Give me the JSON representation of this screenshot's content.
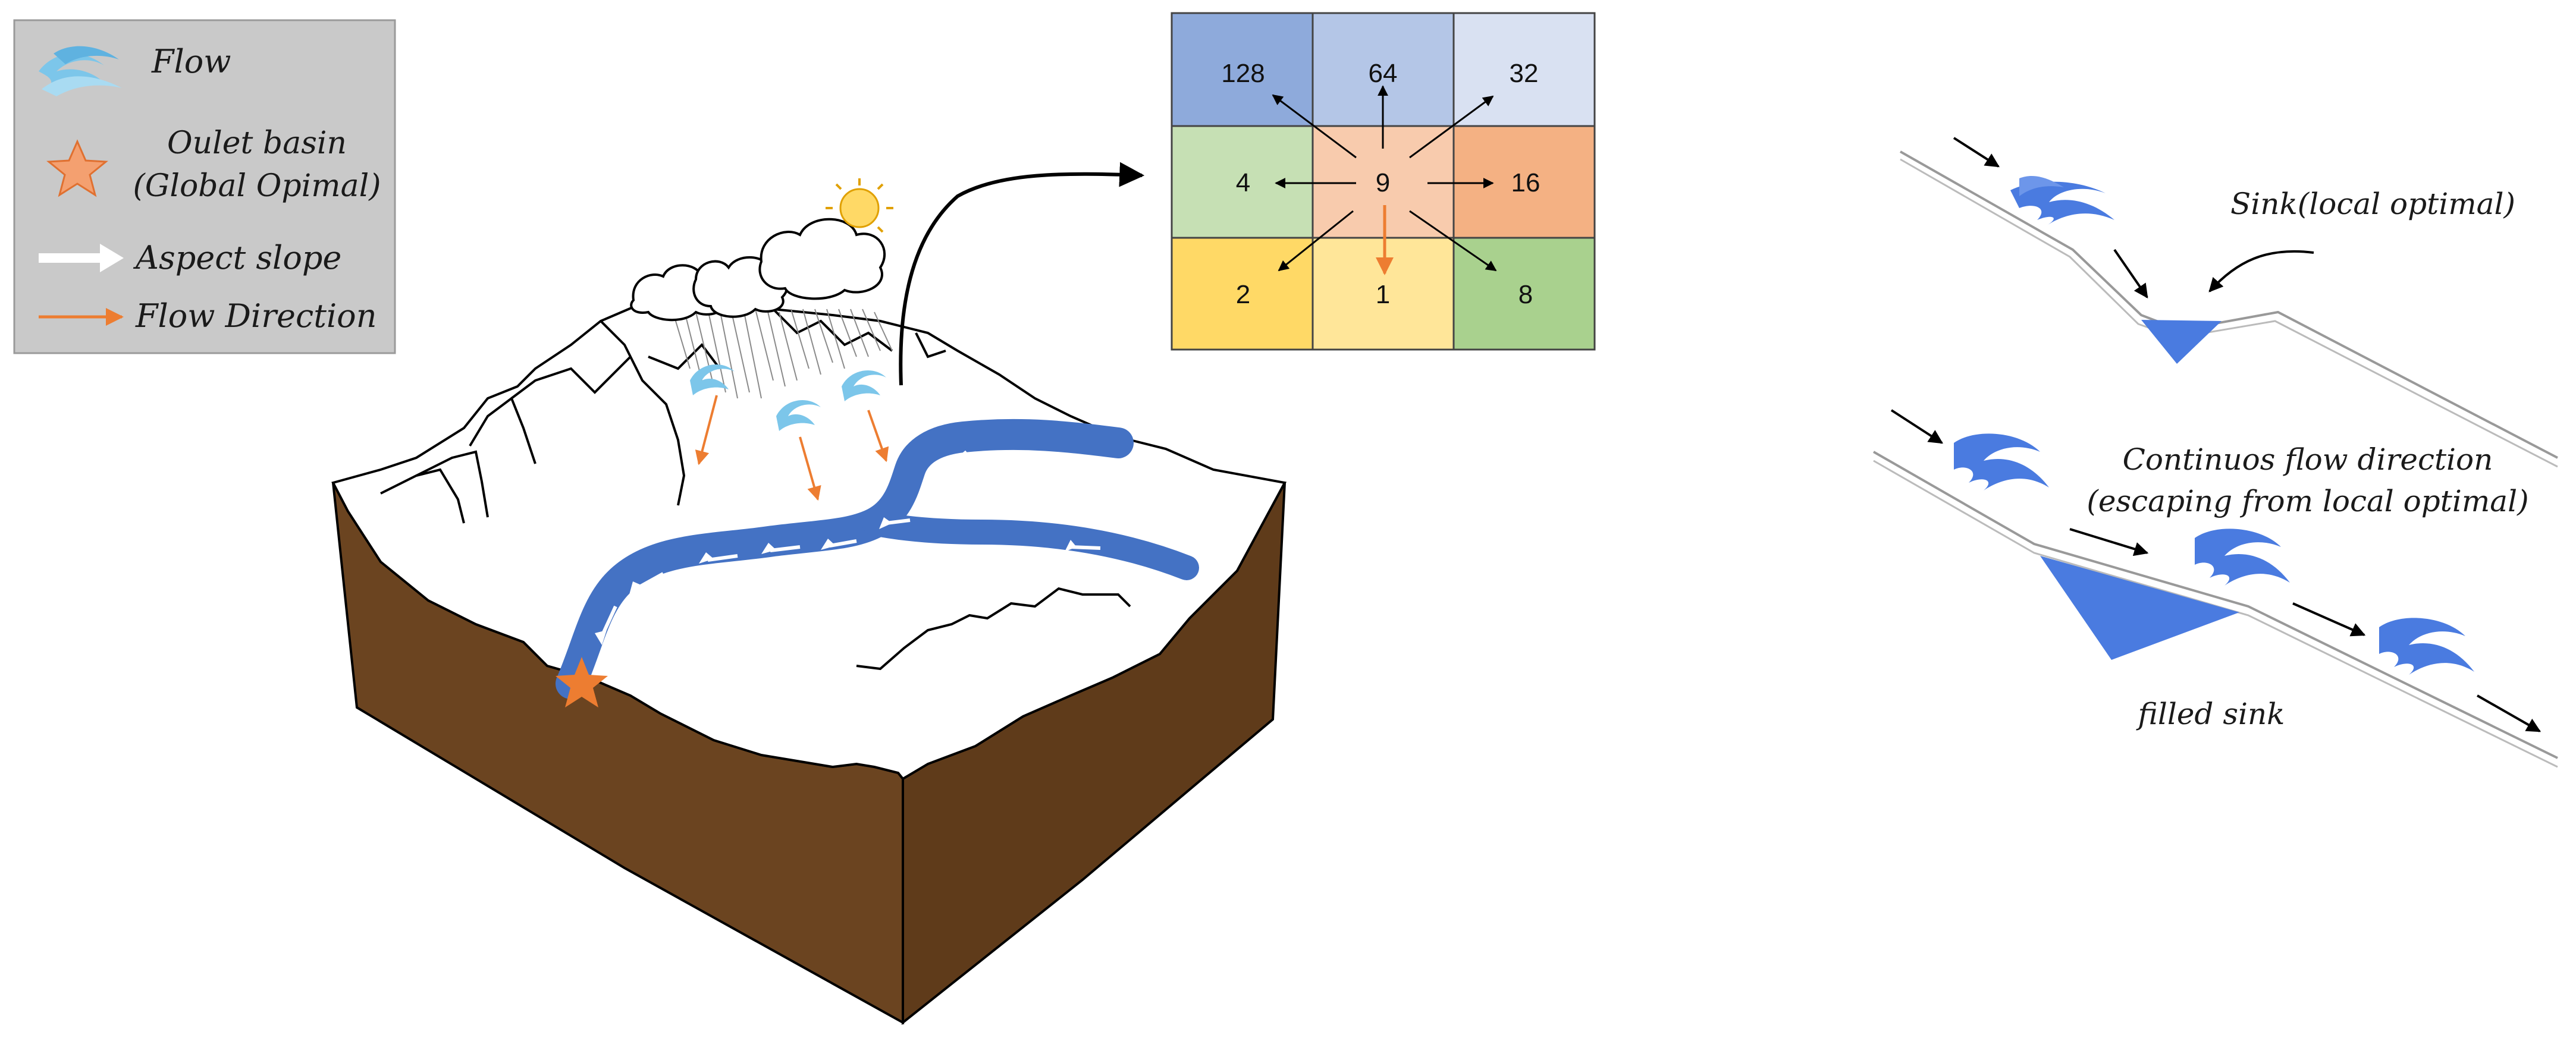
{
  "legend": {
    "items": [
      {
        "label": "Flow",
        "icon": "wave-icon"
      },
      {
        "label": "Oulet basin",
        "label2": "(Global Opimal)",
        "icon": "star-icon"
      },
      {
        "label": "Aspect slope",
        "icon": "white-arrow-icon"
      },
      {
        "label": "Flow Direction",
        "icon": "orange-arrow-icon"
      }
    ]
  },
  "grid": {
    "cells": [
      "128",
      "64",
      "32",
      "4",
      "9",
      "16",
      "2",
      "1",
      "8"
    ],
    "colors": [
      "#8eaadb",
      "#b4c6e7",
      "#d9e1f2",
      "#c6e0b4",
      "#f8cbad",
      "#f4b183",
      "#ffd966",
      "#ffe699",
      "#a9d18e"
    ]
  },
  "profiles": {
    "sink_label": "Sink(local optimal)",
    "continuous_label_1": "Continuos flow direction",
    "continuous_label_2": "(escaping from local optimal)",
    "filled_label": "filled sink"
  },
  "colors": {
    "river": "#4472c4",
    "flow_direction": "#ed7d31",
    "soil": "#6b4420",
    "sink_fill": "#4a7be0",
    "legend_bg": "#c9c9c9"
  }
}
